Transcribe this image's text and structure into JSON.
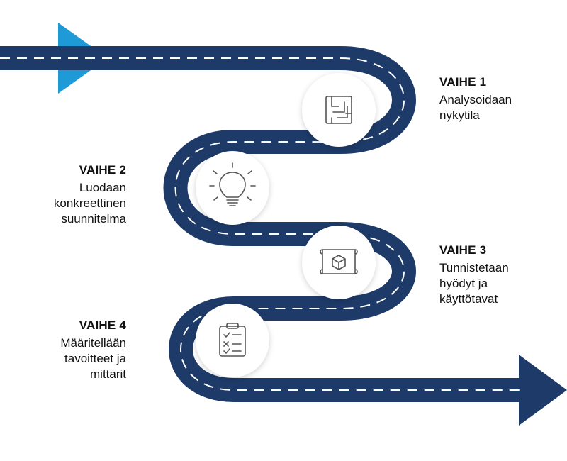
{
  "colors": {
    "road_top": "#1E9AD6",
    "road_mid": "#1C6FAF",
    "road_bottom": "#1D3A68",
    "dash": "#ffffff",
    "icon_circle": "#ffffff",
    "icon_stroke": "#555555",
    "text": "#111111"
  },
  "steps": [
    {
      "title": "VAIHE 1",
      "lines": [
        "Analysoidaan",
        "nykytila"
      ],
      "icon": "maze-icon"
    },
    {
      "title": "VAIHE 2",
      "lines": [
        "Luodaan",
        "konkreettinen",
        "suunnitelma"
      ],
      "icon": "lightbulb-icon"
    },
    {
      "title": "VAIHE 3",
      "lines": [
        "Tunnistetaan",
        "hyödyt ja",
        "käyttötavat"
      ],
      "icon": "blueprint-icon"
    },
    {
      "title": "VAIHE 4",
      "lines": [
        "Määritellään",
        "tavoitteet ja",
        "mittarit"
      ],
      "icon": "checklist-icon"
    }
  ]
}
